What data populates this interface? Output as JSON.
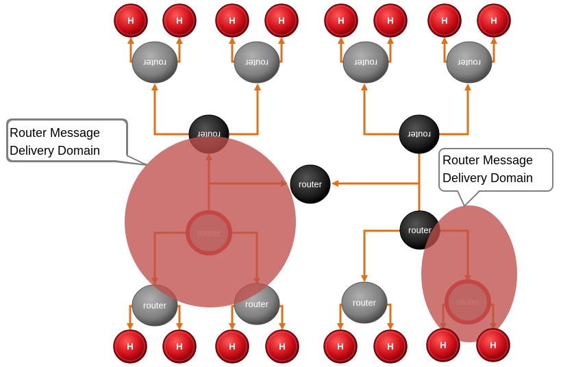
{
  "diagram": {
    "router_label": "router",
    "host_label": "H",
    "callout_left": {
      "line1": "Router Message",
      "line2": "Delivery Domain"
    },
    "callout_right": {
      "line1": "Router Message",
      "line2": "Delivery Domain"
    },
    "colors": {
      "link": "#e07016",
      "domain_fill": "#c0504d",
      "host": "#d0101a",
      "router_dark": "#222222",
      "router_gray": "#808080",
      "router_highlight": "#c0282a"
    }
  }
}
